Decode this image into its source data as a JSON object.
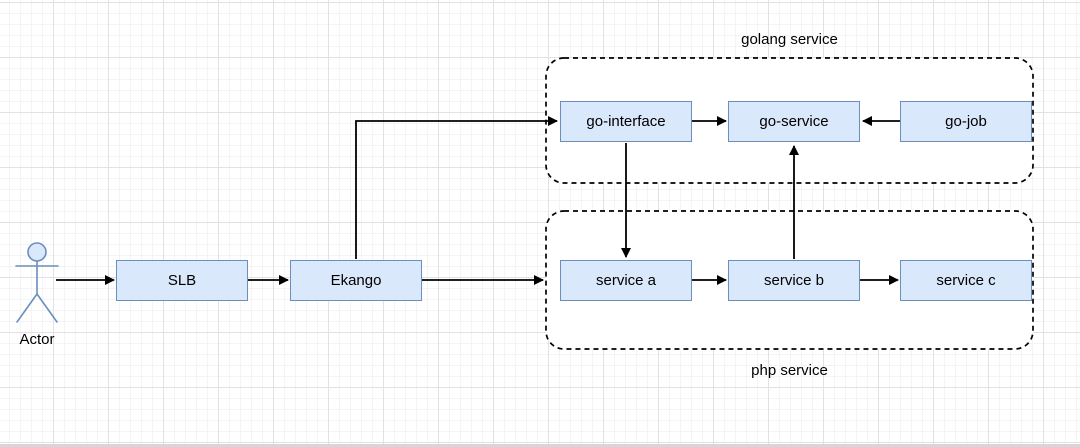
{
  "diagram": {
    "actor": {
      "label": "Actor"
    },
    "groups": {
      "golang": {
        "label": "golang service"
      },
      "php": {
        "label": "php service"
      }
    },
    "nodes": {
      "slb": {
        "label": "SLB"
      },
      "ekango": {
        "label": "Ekango"
      },
      "go_interface": {
        "label": "go-interface"
      },
      "go_service": {
        "label": "go-service"
      },
      "go_job": {
        "label": "go-job"
      },
      "service_a": {
        "label": "service a"
      },
      "service_b": {
        "label": "service b"
      },
      "service_c": {
        "label": "service c"
      }
    },
    "edges": [
      {
        "from": "Actor",
        "to": "SLB"
      },
      {
        "from": "SLB",
        "to": "Ekango"
      },
      {
        "from": "Ekango",
        "to": "php service"
      },
      {
        "from": "Ekango",
        "to": "go-interface"
      },
      {
        "from": "go-interface",
        "to": "go-service"
      },
      {
        "from": "go-job",
        "to": "go-service"
      },
      {
        "from": "go-interface",
        "to": "service a"
      },
      {
        "from": "service b",
        "to": "go-service"
      },
      {
        "from": "service a",
        "to": "service b"
      },
      {
        "from": "service b",
        "to": "service c"
      }
    ],
    "colors": {
      "node_fill": "#dae8fc",
      "node_border": "#6c8ebf",
      "edge_stroke": "#000000",
      "group_border": "#000000",
      "group_fill": "#ffffff",
      "canvas_bg": "#ffffff",
      "grid_minor": "#f4f4f4",
      "grid_major": "#e2e2e2"
    }
  }
}
